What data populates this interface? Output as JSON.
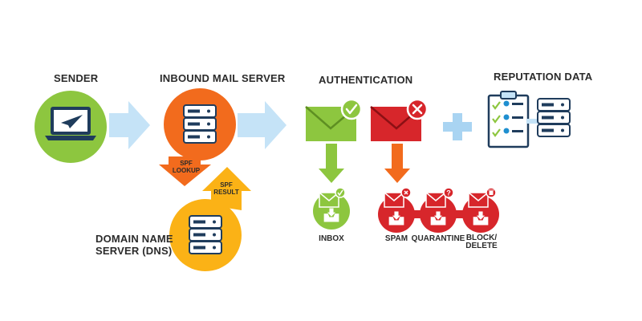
{
  "headings": {
    "sender": "SENDER",
    "inbound": "INBOUND MAIL SERVER",
    "authentication": "AUTHENTICATION",
    "reputation": "REPUTATION DATA"
  },
  "dns": {
    "line1": "DOMAIN NAME",
    "line2": "SERVER (DNS)"
  },
  "spf": {
    "lookup_line1": "SPF",
    "lookup_line2": "LOOKUP",
    "result_line1": "SPF",
    "result_line2": "RESULT"
  },
  "outcomes": {
    "inbox": "INBOX",
    "spam": "SPAM",
    "quarantine": "QUARANTINE",
    "block_line1": "BLOCK/",
    "block_line2": "DELETE"
  },
  "colors": {
    "green": "#8dc63f",
    "orange": "#f26b1d",
    "yellow": "#fbb216",
    "red": "#d7262b",
    "blue_arrow": "#c5e3f7",
    "plus": "#a9d4f2",
    "navy": "#1f3c5c"
  },
  "icons": [
    "laptop-icon",
    "paper-plane-icon",
    "server-icon",
    "envelope-icon",
    "check-icon",
    "x-icon",
    "question-icon",
    "trash-icon",
    "inbox-tray-icon",
    "clipboard-checklist-icon",
    "plus-icon"
  ]
}
